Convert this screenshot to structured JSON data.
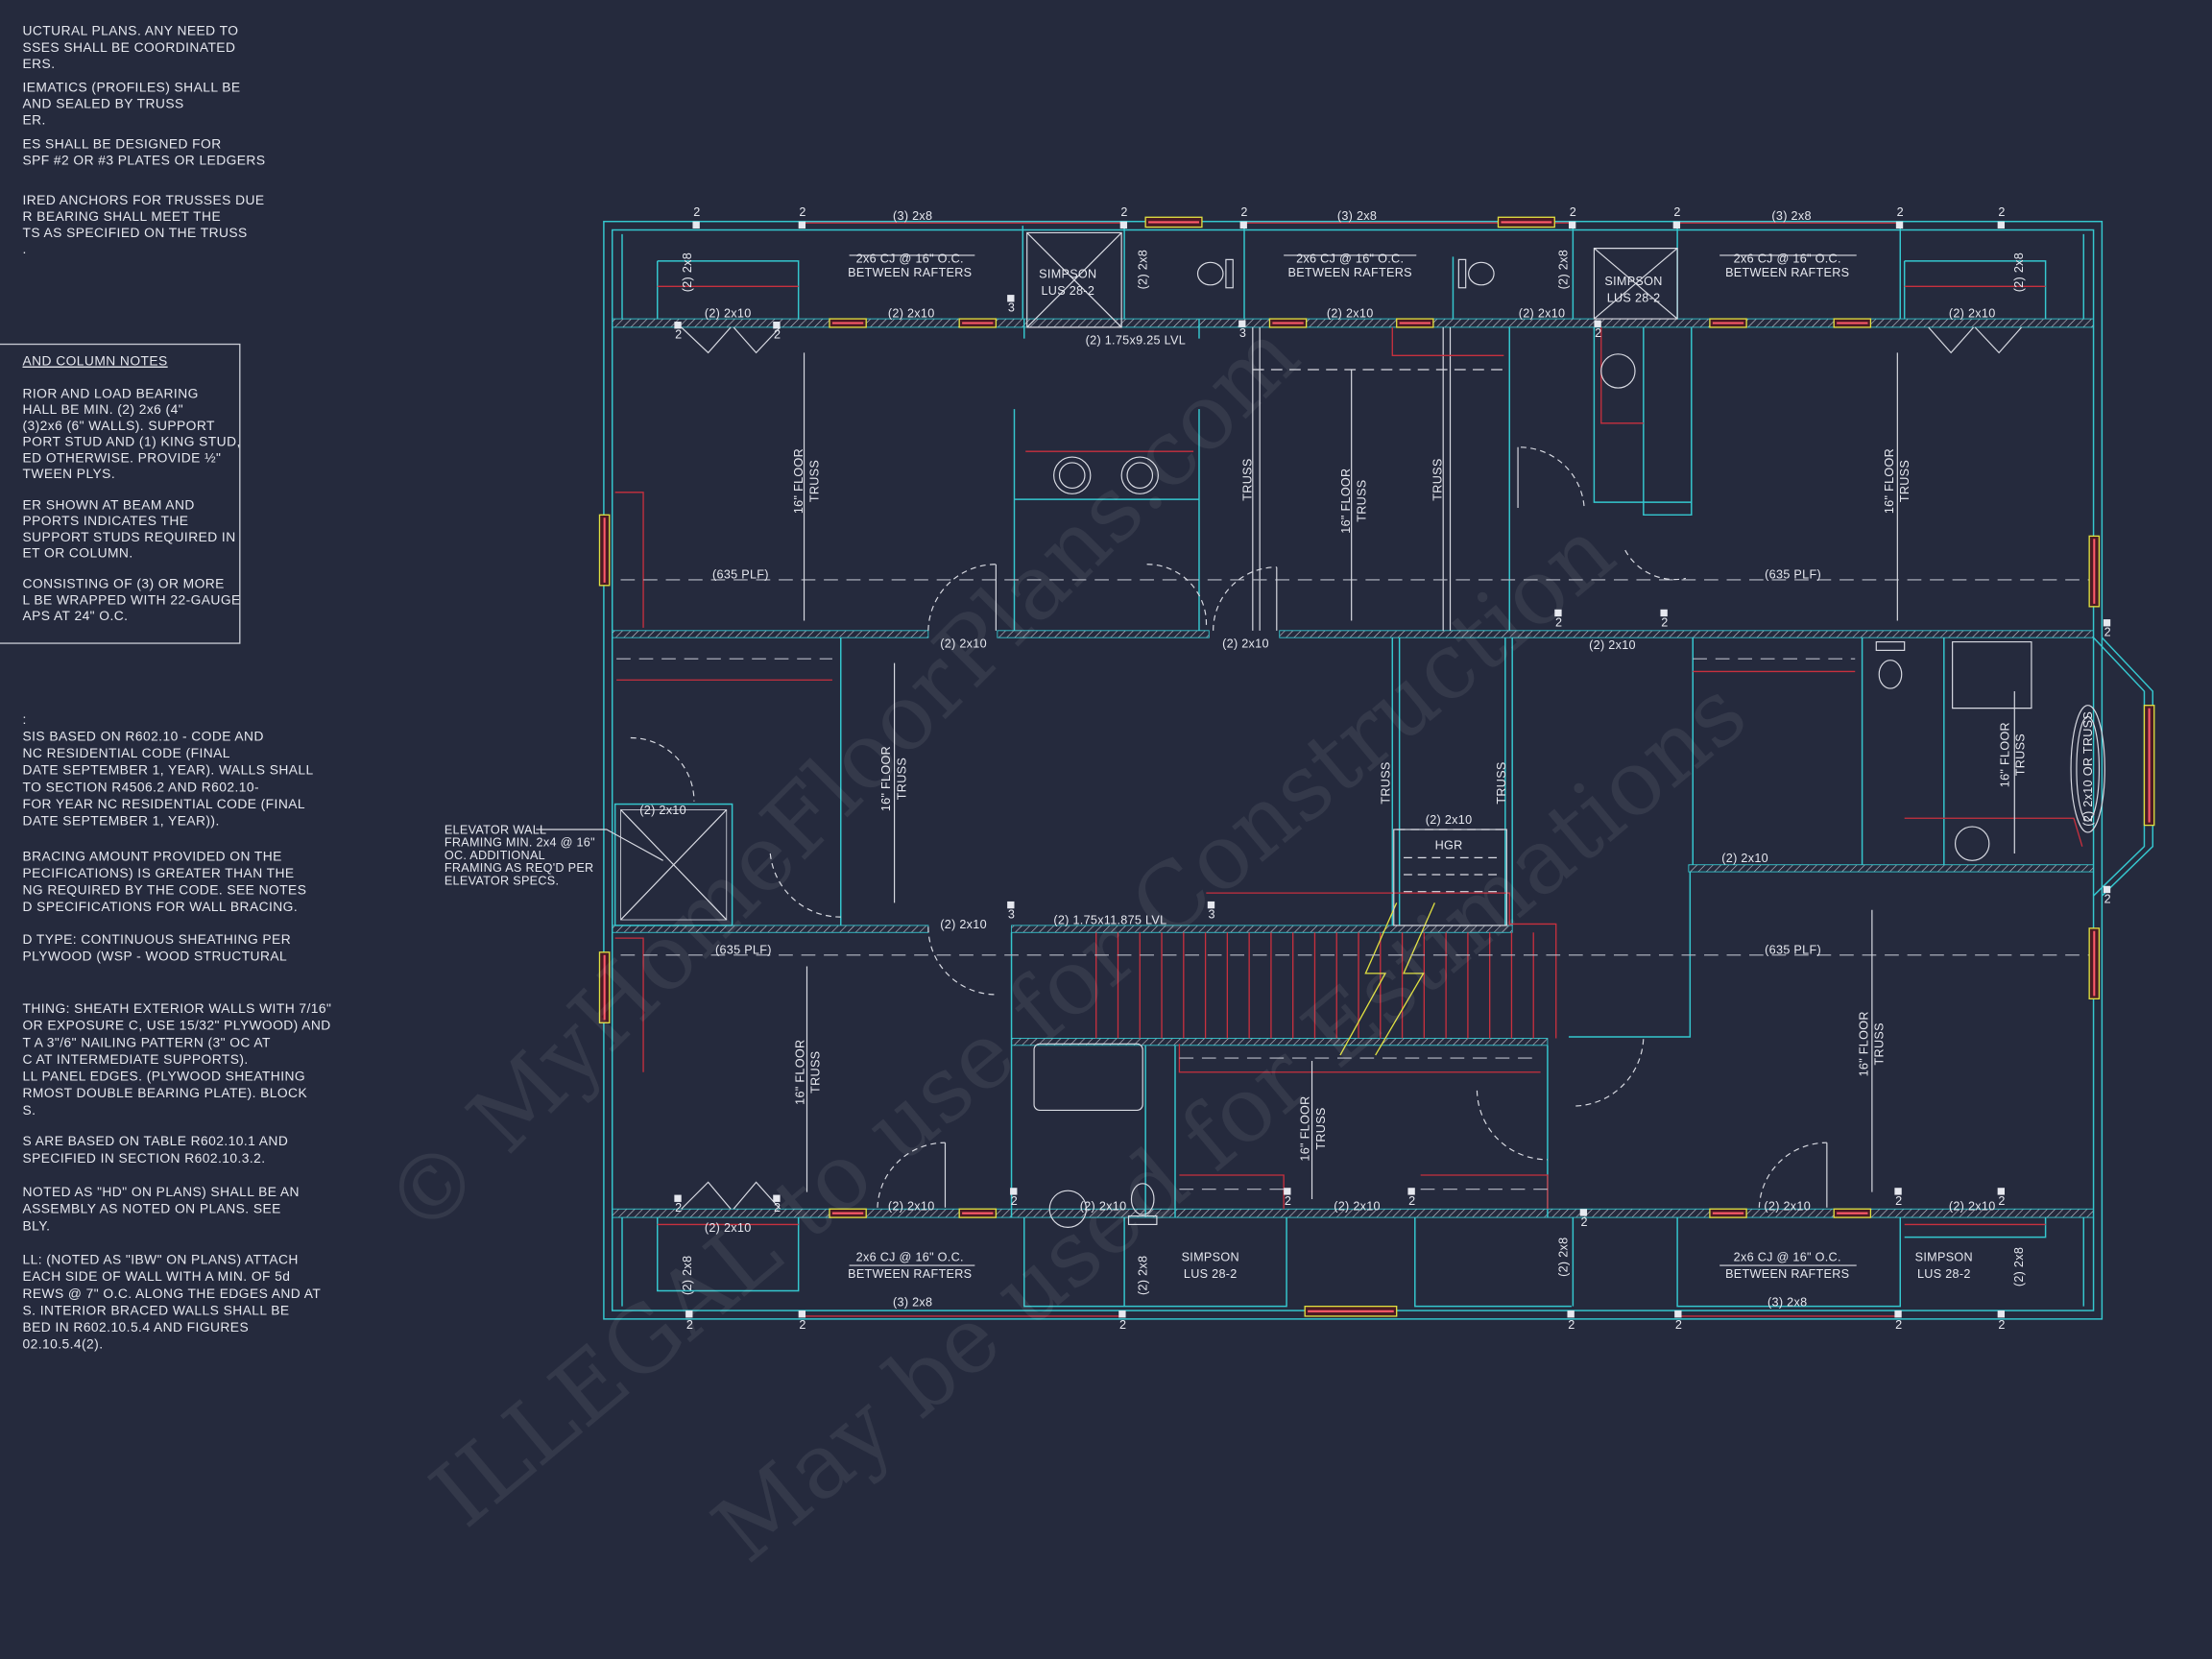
{
  "colors": {
    "background": "#252a3d",
    "wall": "#35c7cf",
    "beam": "#c8303e",
    "window": "#e0e040",
    "text": "#e6e8ef"
  },
  "watermark": {
    "line1": "© MyHomeFloorPlans.com",
    "line2": "ILLEGAL to use for Construction",
    "line3": "May be used for Estimations"
  },
  "notes": {
    "top_paragraphs": [
      [
        "UCTURAL PLANS. ANY NEED TO",
        "SSES SHALL BE COORDINATED",
        "ERS."
      ],
      [
        "IEMATICS (PROFILES) SHALL BE",
        "AND SEALED BY TRUSS",
        "ER."
      ],
      [
        "ES SHALL BE DESIGNED FOR",
        "SPF #2 OR #3 PLATES OR LEDGERS"
      ],
      [
        "IRED ANCHORS FOR TRUSSES DUE",
        "R BEARING SHALL MEET THE",
        "TS AS SPECIFIED ON THE TRUSS",
        "."
      ]
    ],
    "column_box_title": "AND COLUMN NOTES",
    "column_paragraphs": [
      [
        "RIOR AND LOAD BEARING",
        "HALL BE MIN. (2) 2x6 (4\"",
        "(3)2x6 (6\" WALLS). SUPPORT",
        "PORT STUD AND (1) KING STUD,",
        "ED OTHERWISE. PROVIDE ½\"",
        "TWEEN PLYS."
      ],
      [
        "ER SHOWN AT BEAM AND",
        "PPORTS INDICATES THE",
        "SUPPORT STUDS REQUIRED IN",
        "ET OR COLUMN."
      ],
      [
        "CONSISTING OF (3) OR MORE",
        "L BE WRAPPED WITH 22-GAUGE",
        "APS AT 24\" O.C."
      ]
    ],
    "bracing_paragraphs": [
      [
        ":",
        "SIS BASED ON R602.10 - CODE AND",
        "NC RESIDENTIAL CODE (FINAL",
        "DATE SEPTEMBER 1, YEAR). WALLS SHALL",
        "TO SECTION R4506.2 AND R602.10-",
        "FOR YEAR NC RESIDENTIAL CODE (FINAL",
        "DATE SEPTEMBER 1, YEAR))."
      ],
      [
        "BRACING AMOUNT PROVIDED ON THE",
        "PECIFICATIONS) IS GREATER THAN THE",
        "NG REQUIRED BY THE CODE. SEE NOTES",
        "D SPECIFICATIONS FOR WALL BRACING."
      ],
      [
        "D TYPE: CONTINUOUS SHEATHING PER",
        "PLYWOOD (WSP - WOOD STRUCTURAL"
      ],
      [
        "THING: SHEATH EXTERIOR WALLS WITH 7/16\"",
        "OR EXPOSURE C, USE 15/32\" PLYWOOD) AND",
        "T A 3\"/6\" NAILING PATTERN (3\" OC AT",
        "C AT INTERMEDIATE SUPPORTS).",
        "LL PANEL EDGES. (PLYWOOD SHEATHING",
        "RMOST DOUBLE BEARING PLATE). BLOCK",
        "S."
      ],
      [
        "S ARE BASED ON TABLE R602.10.1 AND",
        "SPECIFIED IN SECTION R602.10.3.2."
      ],
      [
        "NOTED AS \"HD\" ON PLANS) SHALL BE AN",
        "ASSEMBLY AS NOTED ON PLANS. SEE",
        "BLY."
      ],
      [
        "LL: (NOTED AS \"IBW\" ON PLANS) ATTACH",
        "EACH SIDE OF WALL WITH A MIN. OF 5d",
        "REWS @ 7\" O.C. ALONG THE EDGES AND AT",
        "S.  INTERIOR BRACED WALLS SHALL BE",
        "BED IN R602.10.5.4 AND FIGURES",
        "02.10.5.4(2)."
      ]
    ]
  },
  "elevator_note": [
    "ELEVATOR WALL",
    "FRAMING MIN. 2x4 @ 16\"",
    "OC. ADDITIONAL",
    "FRAMING AS REQ'D PER",
    "ELEVATOR SPECS."
  ],
  "plan": {
    "labels": [
      "(3) 2x8",
      "(3) 2x8",
      "(3) 2x8",
      "2x6 CJ @ 16\" O.C.",
      "BETWEEN RAFTERS",
      "2x6 CJ @ 16\" O.C.",
      "BETWEEN RAFTERS",
      "2x6 CJ @ 16\" O.C.",
      "BETWEEN RAFTERS",
      "SIMPSON",
      "LUS 28-2",
      "SIMPSON",
      "LUS 28-2",
      "(2) 2x8",
      "(2) 2x8",
      "(2) 2x8",
      "(2) 2x8",
      "(2) 2x10",
      "(2) 2x10",
      "(2) 2x10",
      "(2) 2x10",
      "(2) 2x10",
      "(2) 1.75x9.25 LVL",
      "16\" FLOOR",
      "TRUSS",
      "16\" FLOOR",
      "TRUSS",
      "16\" FLOOR",
      "TRUSS",
      "16\" FLOOR",
      "TRUSS",
      "16\" FLOOR",
      "TRUSS",
      "16\" FLOOR",
      "TRUSS",
      "16\" FLOOR",
      "TRUSS",
      "16\" FLOOR",
      "TRUSS",
      "TRUSS",
      "TRUSS",
      "TRUSS",
      "TRUSS",
      "(635 PLF)",
      "(635 PLF)",
      "(635 PLF)",
      "(635 PLF)",
      "(2) 2x10",
      "(2) 2x10",
      "(2) 2x10",
      "(2) 2x10",
      "(2) 2x10",
      "(2) 2x10",
      "(2) 2x10",
      "HGR",
      "(2) 1.75x11.875 LVL",
      "(2) 2x10",
      "(2) 2x10",
      "(2) 2x10",
      "(2) 2x10",
      "(2) 2x10",
      "(2) 2x10",
      "(2) 2x10 OR TRUSS",
      "2x6 CJ @ 16\" O.C.",
      "BETWEEN RAFTERS",
      "2x6 CJ @ 16\" O.C.",
      "BETWEEN RAFTERS",
      "(3) 2x8",
      "(3) 2x8",
      "SIMPSON",
      "LUS 28-2",
      "SIMPSON",
      "LUS 28-2",
      "(2) 2x8",
      "(2) 2x8",
      "(2) 2x8",
      "(2) 2x8"
    ],
    "bearing_marks": [
      "2",
      "2",
      "2",
      "2",
      "2",
      "2",
      "2",
      "2",
      "2",
      "2",
      "3",
      "3",
      "2",
      "2",
      "2",
      "2",
      "2",
      "3",
      "3",
      "2",
      "2",
      "2",
      "2",
      "2",
      "2",
      "2",
      "2",
      "2",
      "2",
      "2",
      "2",
      "2",
      "2",
      "2"
    ]
  }
}
